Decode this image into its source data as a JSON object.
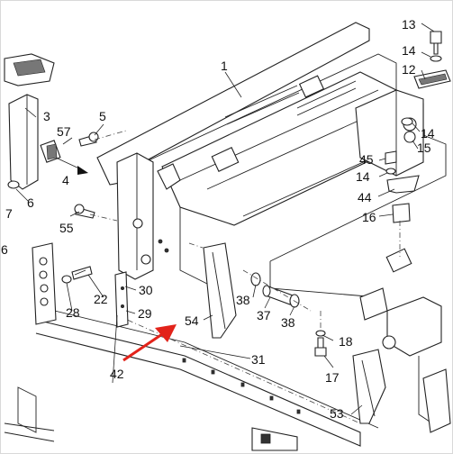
{
  "callouts": {
    "c1": "1",
    "c3": "3",
    "c4": "4",
    "c5": "5",
    "c6": "6",
    "c7": "7",
    "c12": "12",
    "c13": "13",
    "c14a": "14",
    "c14b": "14",
    "c14c": "14",
    "c15": "15",
    "c16": "16",
    "c17": "17",
    "c18": "18",
    "c22": "22",
    "c28": "28",
    "c29": "29",
    "c30": "30",
    "c31": "31",
    "c37": "37",
    "c38a": "38",
    "c38b": "38",
    "c42": "42",
    "c44": "44",
    "c45": "45",
    "c53": "53",
    "c54": "54",
    "c55": "55",
    "c57": "57",
    "c_left": "6"
  },
  "highlight_arrow_color": "#e2231a",
  "border_color": "#d9d9d9"
}
